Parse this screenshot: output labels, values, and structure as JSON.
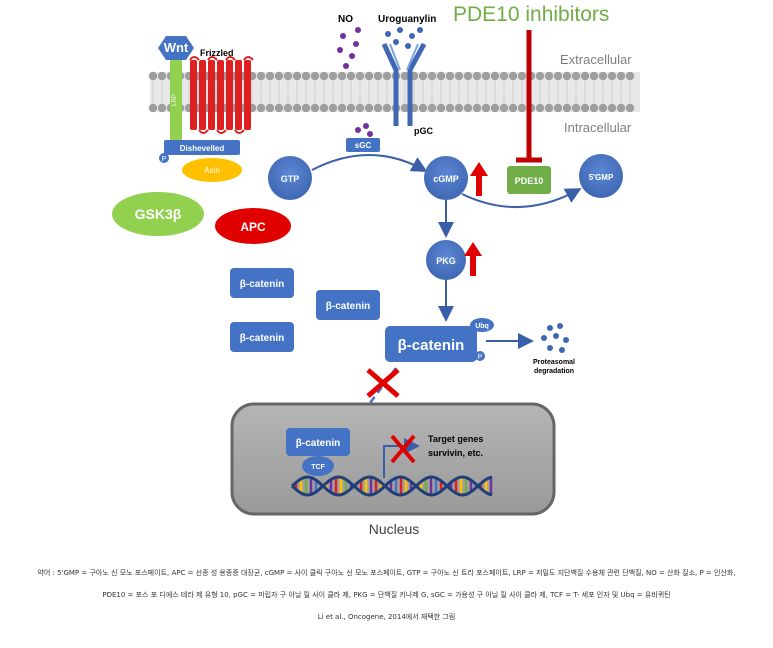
{
  "header": {
    "inhibitor_title": "PDE10 inhibitors",
    "extracellular": "Extracellular",
    "intracellular": "Intracellular",
    "no_label": "NO",
    "uroguanylin_label": "Uroguanylin"
  },
  "receptors": {
    "wnt": "Wnt",
    "frizzled": "Frizzled",
    "lrp": "LRP",
    "dishevelled": "Dishevelled",
    "p": "P",
    "axin": "Axin",
    "sgc": "sGC",
    "pgc": "pGC",
    "pde10": "PDE10"
  },
  "nodes": {
    "gtp": "GTP",
    "cgmp": "cGMP",
    "five_gmp": "5'GMP",
    "pkg": "PKG",
    "gsk3b": "GSK3β",
    "apc": "APC",
    "bcat1": "β-catenin",
    "bcat2": "β-catenin",
    "bcat3": "β-catenin",
    "bcat_main": "β-catenin",
    "ubq": "Ubq",
    "p_small": "P",
    "proteasomal1": "Proteasomal",
    "proteasomal2": "degradation",
    "bcat_nuc": "β-catenin",
    "tcf": "TCF",
    "target1": "Target genes",
    "target2": "survivin, etc.",
    "nucleus": "Nucleus"
  },
  "caption": {
    "line1": "약어 : 5'GMP = 구아노 신 모노 포스페이트, APC = 선종 성 용종증 대장균, cGMP = 사이 클릭 구아노 신 모노 포스페이트, GTP = 구아노 신 트리 포스페이트, LRP = 저밀도 지단백질 수용체 관련 단백질, NO = 산화 질소, P = 인산화,",
    "line2": "PDE10 = 포스 포 디에스 테라 제 유형 10, pGC = 미립자 구 아닐 릴 사이 클라 제, PKG = 단백질 키나제 G, sGC = 가용성 구 아닐 릴 사이 클라 제, TCF = T- 세포 인자 및 Ubq = 유비퀴틴",
    "line3": "Li et al., Oncogene, 2014에서 재택한 그림"
  },
  "colors": {
    "node_blue": "#4472c4",
    "gsk_green": "#92d050",
    "apc_red": "#e00000",
    "axin_yellow": "#ffc000",
    "frizzled_red": "#e02020",
    "pde_green": "#70ad47",
    "inhibitor_red": "#c00000",
    "nucleus_gray": "#a6a6a6",
    "ligand_purple": "#7030a0"
  }
}
